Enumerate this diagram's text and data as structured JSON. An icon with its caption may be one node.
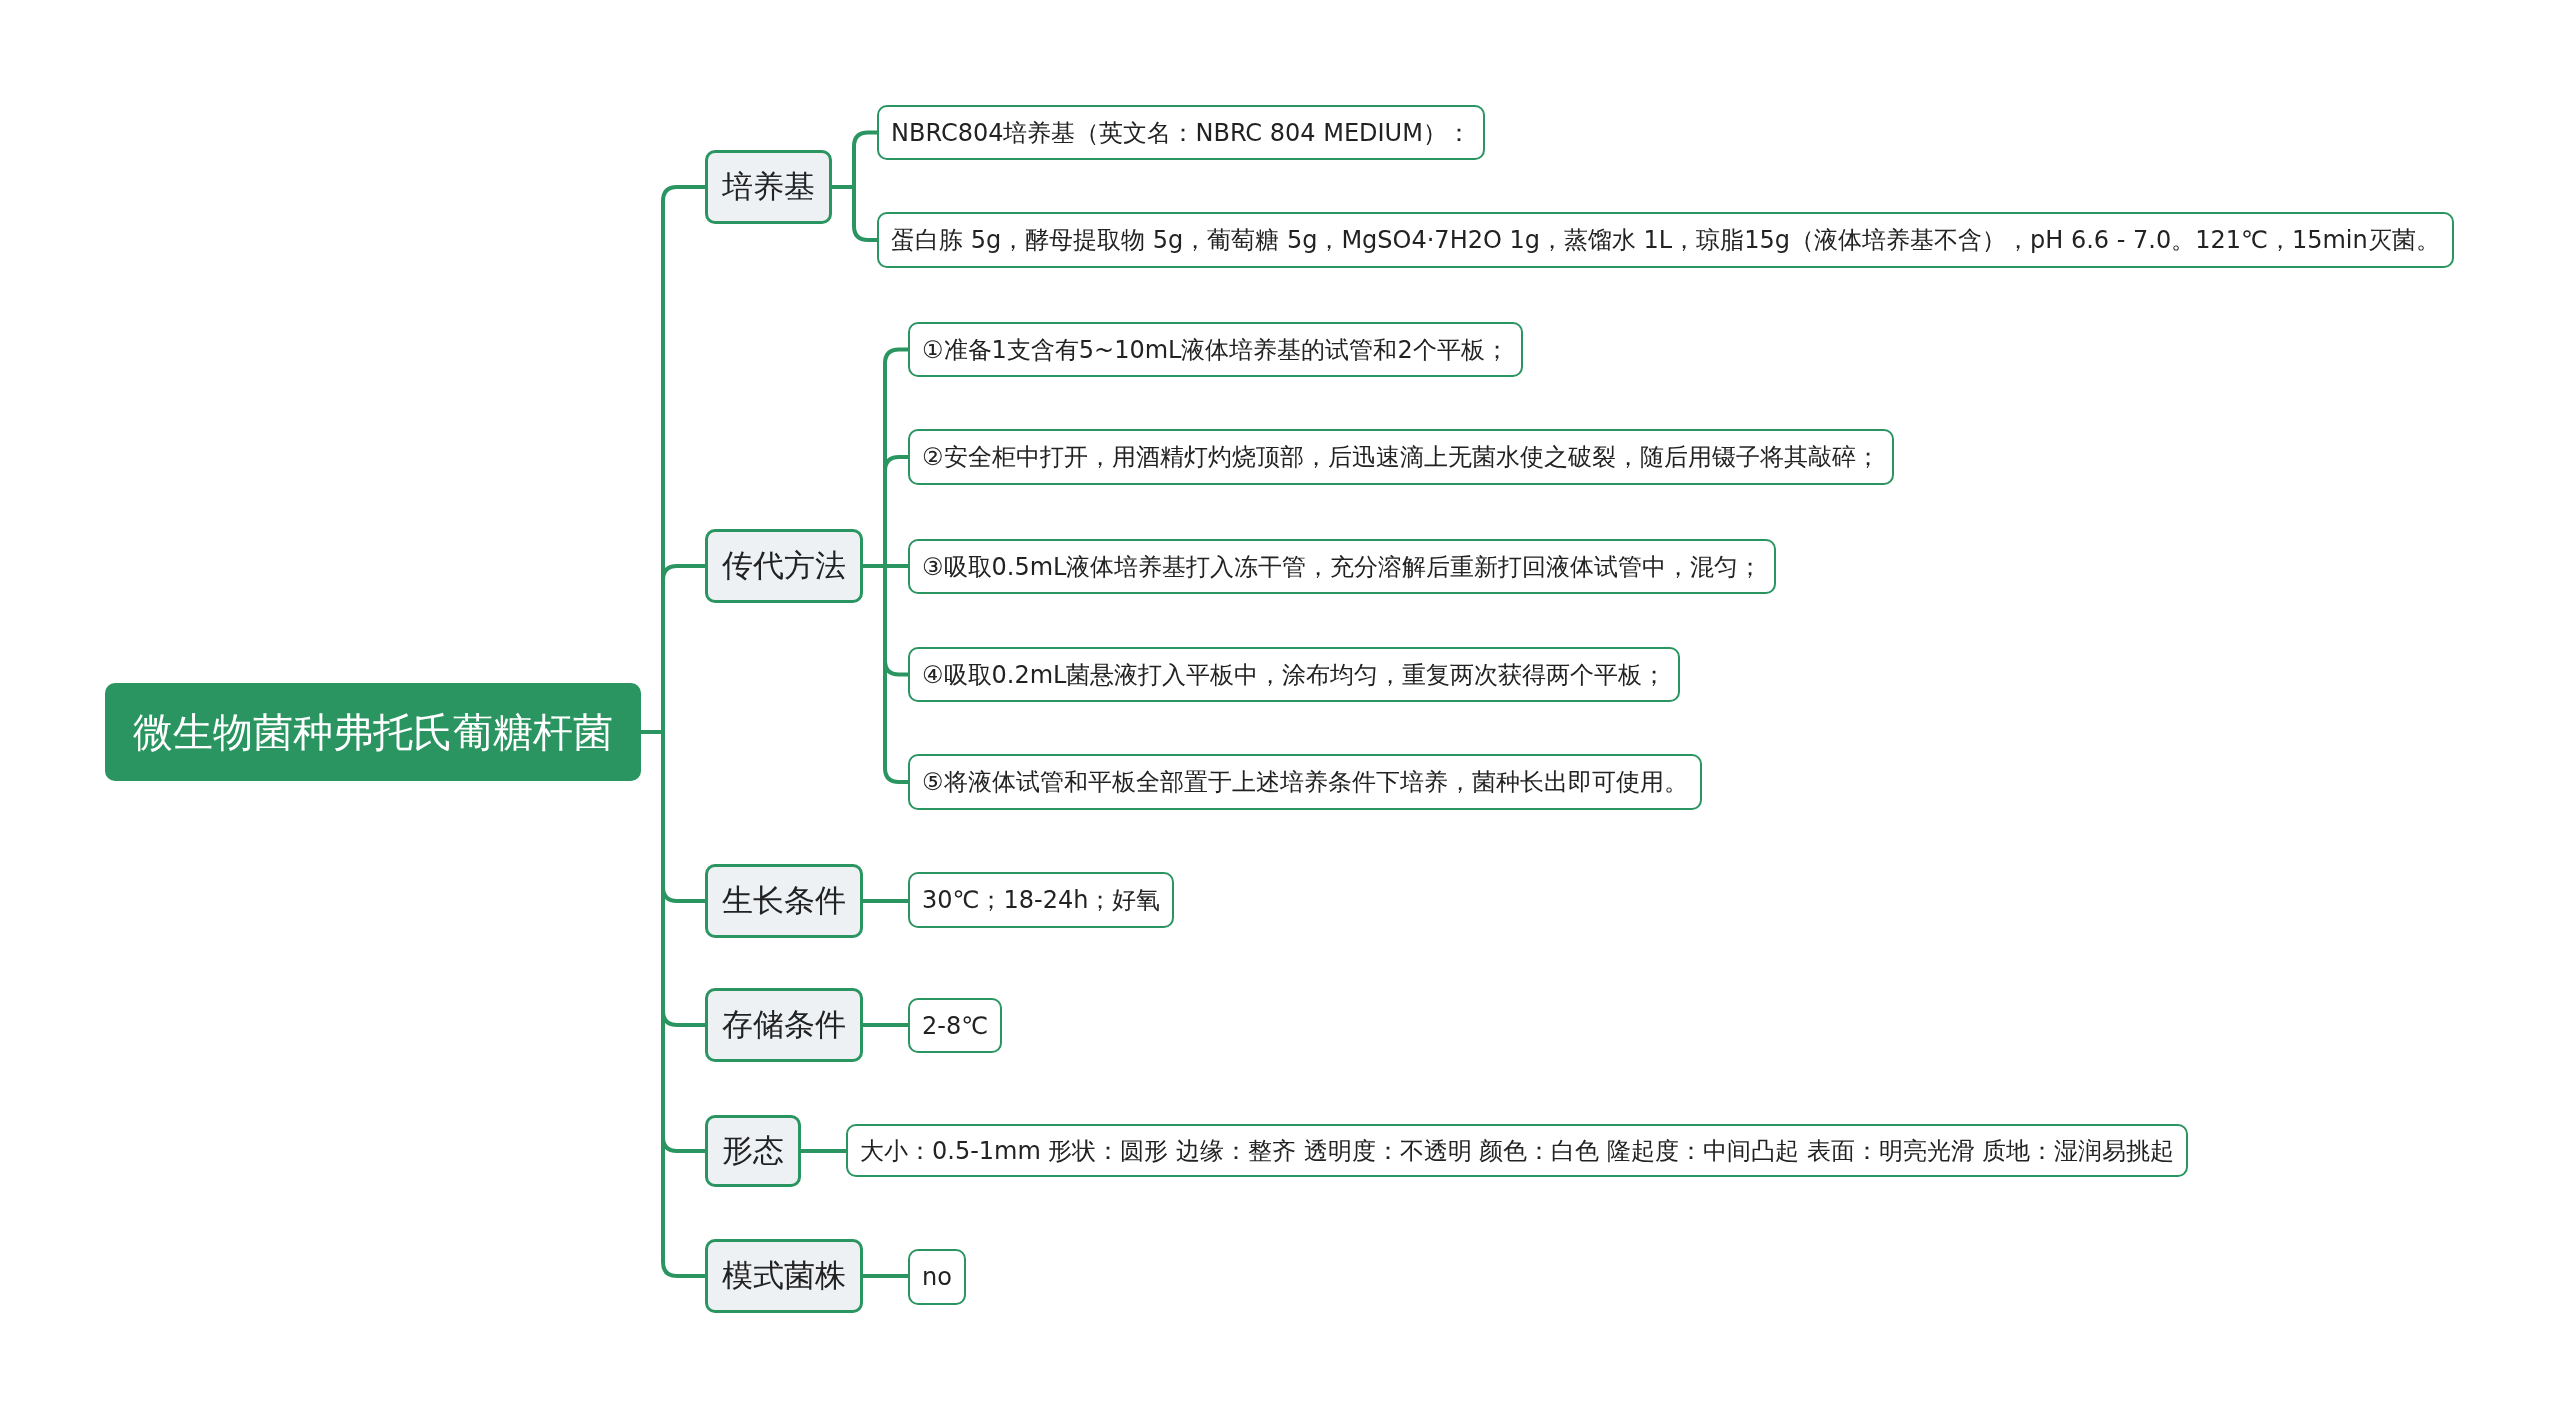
{
  "diagram": {
    "nodes": [
      {
        "text": [
          "微生物菌种弗托氏葡糖杆菌"
        ]
      },
      {
        "text": [
          "培养基"
        ]
      },
      {
        "text": [
          "NBRC804培养基（英文名：NBRC 804 MEDIUM）："
        ]
      },
      {
        "text": [
          "蛋白胨 5g，酵母提取物 5g，葡萄糖 5g，MgSO4·7H2O 1g，蒸馏水 1L，琼脂15g（液体培养基不含），pH 6.6 - 7.0。121℃，15min灭菌。"
        ]
      },
      {
        "text": [
          "传代方法"
        ]
      },
      {
        "text": [
          "①准备1支含有5~10mL液体培养基的试管和2个平板；"
        ]
      },
      {
        "text": [
          "②安全柜中打开，用酒精灯灼烧顶部，后迅速滴上无菌水使之破裂，随后用镊子将其敲碎；"
        ]
      },
      {
        "text": [
          "③吸取0.5mL液体培养基打入冻干管，充分溶解后重新打回液体试管中，混匀；"
        ]
      },
      {
        "text": [
          "④吸取0.2mL菌悬液打入平板中，涂布均匀，重复两次获得两个平板；"
        ]
      },
      {
        "text": [
          "⑤将液体试管和平板全部置于上述培养条件下培养，菌种长出即可使用。"
        ]
      },
      {
        "text": [
          "生长条件"
        ]
      },
      {
        "text": [
          "30℃；18-24h；好氧"
        ]
      },
      {
        "text": [
          "存储条件"
        ]
      },
      {
        "text": [
          "2-8℃"
        ]
      },
      {
        "text": [
          "形态"
        ]
      },
      {
        "text": [
          "大小：0.5-1mm 形状：圆形 边缘：整齐 透明度：不透明 颜色：白色 隆起度：中间凸起 表面：明亮光滑 质地：湿润易挑起"
        ]
      },
      {
        "text": [
          "模式菌株"
        ]
      },
      {
        "text": [
          "no"
        ]
      }
    ],
    "edges": [
      {
        "from": 0,
        "to": 1,
        "arrow": "none"
      },
      {
        "from": 0,
        "to": 4,
        "arrow": "none"
      },
      {
        "from": 0,
        "to": 10,
        "arrow": "none"
      },
      {
        "from": 0,
        "to": 12,
        "arrow": "none"
      },
      {
        "from": 0,
        "to": 14,
        "arrow": "none"
      },
      {
        "from": 0,
        "to": 16,
        "arrow": "none"
      },
      {
        "from": 1,
        "to": 2,
        "arrow": "none"
      },
      {
        "from": 1,
        "to": 3,
        "arrow": "none"
      },
      {
        "from": 4,
        "to": 5,
        "arrow": "none"
      },
      {
        "from": 4,
        "to": 6,
        "arrow": "none"
      },
      {
        "from": 4,
        "to": 7,
        "arrow": "none"
      },
      {
        "from": 4,
        "to": 8,
        "arrow": "none"
      },
      {
        "from": 4,
        "to": 9,
        "arrow": "none"
      },
      {
        "from": 10,
        "to": 11,
        "arrow": "none"
      },
      {
        "from": 12,
        "to": 13,
        "arrow": "none"
      },
      {
        "from": 14,
        "to": 15,
        "arrow": "none"
      },
      {
        "from": 16,
        "to": 17,
        "arrow": "none"
      }
    ]
  }
}
